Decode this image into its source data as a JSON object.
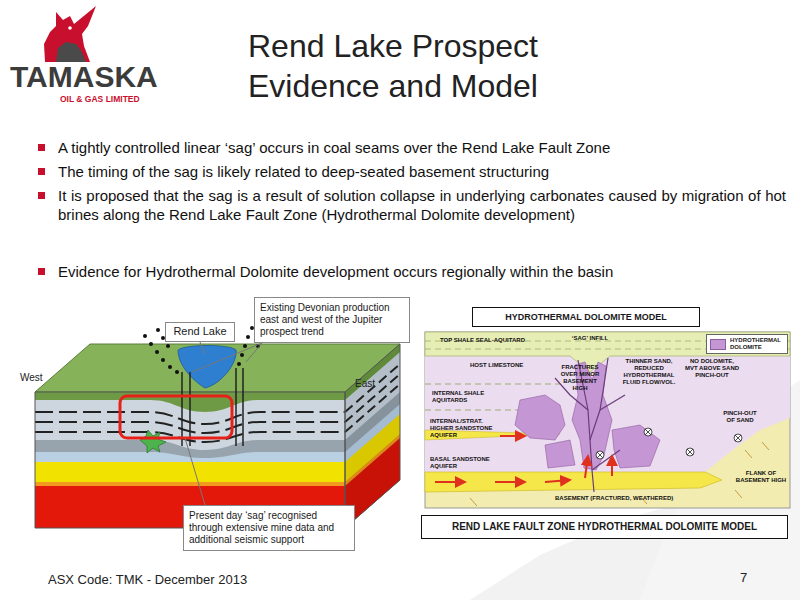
{
  "diagram": {
    "title": "Rend Lake Prospect Evidence and Model",
    "nodes": [
      {
        "text": [
          "Rend Lake"
        ]
      },
      {
        "text": [
          "Existing Devonian production east and west of the Jupiter prospect trend"
        ]
      },
      {
        "text": [
          "Present day ‘sag’ recognised through extensive mine data and additional seismic support"
        ]
      },
      {
        "text": [
          "HYDROTHERMAL DOLOMITE MODEL"
        ]
      },
      {
        "text": [
          "REND LAKE FAULT ZONE HYDROTHERMAL DOLOMITE MODEL"
        ]
      }
    ],
    "labels": [
      "TAMASKA",
      "OIL & GAS LIMITED",
      "A tightly controlled linear ‘sag’ occurs in coal seams over the Rend Lake Fault Zone",
      "The timing of the sag is likely related to deep-seated basement structuring",
      "It is proposed that the sag is a result of solution collapse in underlying carbonates caused by migration of hot brines along the Rend Lake Fault Zone (Hydrothermal Dolomite development)",
      "Evidence for Hydrothermal Dolomite development occurs regionally within the basin",
      "West",
      "East",
      "TOP SHALE SEAL-AQUITARD",
      "‘SAG’ INFILL",
      "HOST LIMESTONE",
      "FRACTURES OVER MINOR BASEMENT HIGH",
      "THINNER SAND, REDUCED HYDROTHERMAL FLUID FLOW/VOL.",
      "NO DOLOMITE, MVT ABOVE SAND PINCH-OUT",
      "INTERNAL SHALE AQUITARDS",
      "INTERNAL/STRAT. HIGHER SANDSTONE AQUIFER",
      "BASAL SANDSTONE AQUIFER",
      "PINCH-OUT OF SAND",
      "BASEMENT (FRACTURED, WEATHERED)",
      "FLANK OF BASEMENT HIGH",
      "ASX Code: TMK - December 2013",
      "7"
    ],
    "legend": [
      {
        "text": "HYDROTHERMAL DOLOMITE",
        "color": "#c596d4"
      }
    ]
  }
}
